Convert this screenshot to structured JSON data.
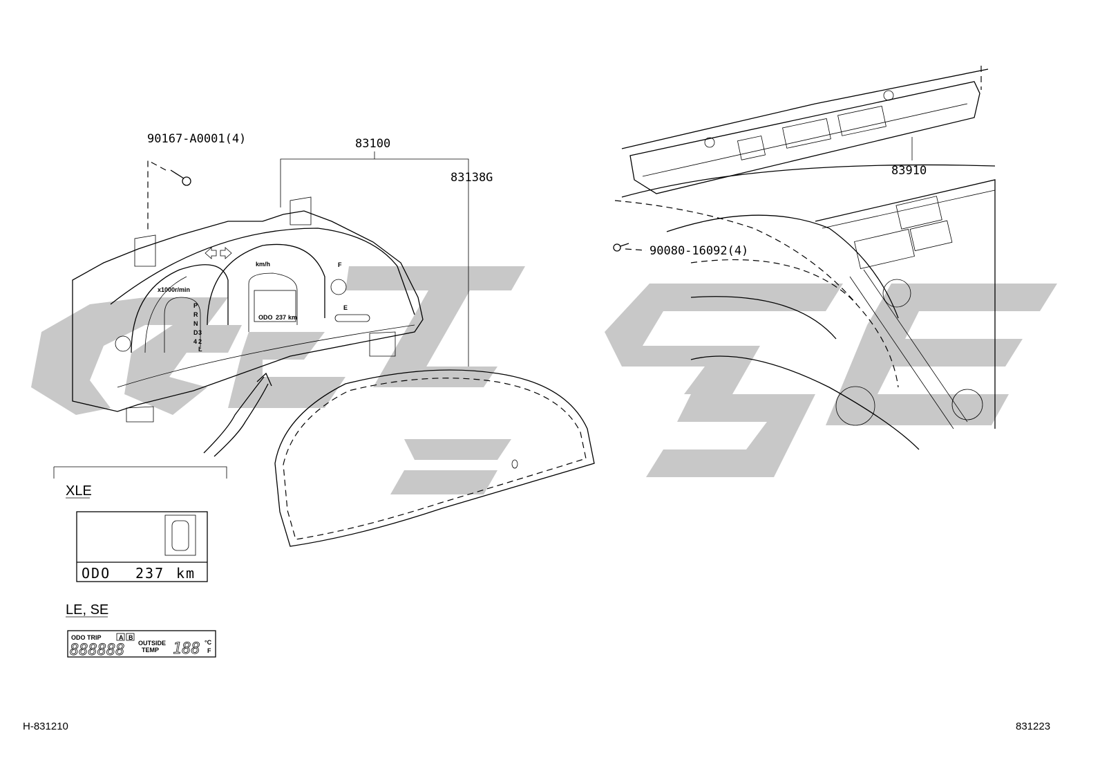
{
  "diagram": {
    "watermark_color": "#c8c8c8",
    "part_labels": {
      "screw_cluster": "90167-A0001(4)",
      "cluster_assembly": "83100",
      "cluster_lens": "83138G",
      "clock_display": "83910",
      "screw_clock": "90080-16092(4)"
    },
    "cluster_face": {
      "tach_unit": "x1000r/min",
      "speed_unit": "km/h",
      "fuel_full": "F",
      "fuel_empty": "E",
      "gear_positions": [
        "P",
        "R",
        "N",
        "D",
        "4",
        "3",
        "2",
        "L"
      ],
      "mini_odo": "ODO",
      "mini_odo_value": "237",
      "mini_odo_unit": "km"
    },
    "variants": {
      "xle": {
        "title": "XLE",
        "odo_label": "ODO",
        "odo_value": "237",
        "odo_unit": "km"
      },
      "le_se": {
        "title": "LE, SE",
        "odo_trip": "ODO TRIP",
        "trip_a": "A",
        "trip_b": "B",
        "digits": "888888",
        "outside": "OUTSIDE",
        "temp": "TEMP",
        "temp_digits": "188",
        "unit_c": "°C",
        "unit_f": "F"
      }
    },
    "ref_left": "H-831210",
    "ref_right": "831223"
  }
}
